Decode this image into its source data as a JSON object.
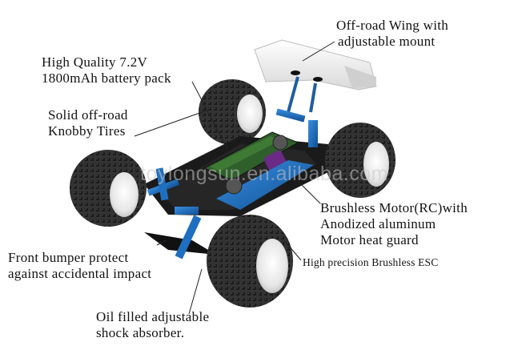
{
  "labels": {
    "wing": [
      "Off-road Wing with",
      "adjustable mount"
    ],
    "battery": [
      "High Quality 7.2V",
      "1800mAh battery pack"
    ],
    "tires": [
      "Solid  off-road",
      "Knobby  Tires"
    ],
    "motor": [
      "Brushless Motor(RC)with",
      "Anodized aluminum",
      "Motor heat guard"
    ],
    "esc": "High precision Brushless ESC",
    "bumper": [
      "Front bumper protect",
      "against accidental impact"
    ],
    "shock": [
      "Oil filled adjustable",
      "shock absorber."
    ]
  },
  "watermark": "toylongsun.en.alibaba.com",
  "colors": {
    "tire": "#2a2a2a",
    "chassis": "#1a1a1a",
    "anodized": "#1f6fc0",
    "wing": "#f2f2f2",
    "leader_line": "#222222"
  }
}
